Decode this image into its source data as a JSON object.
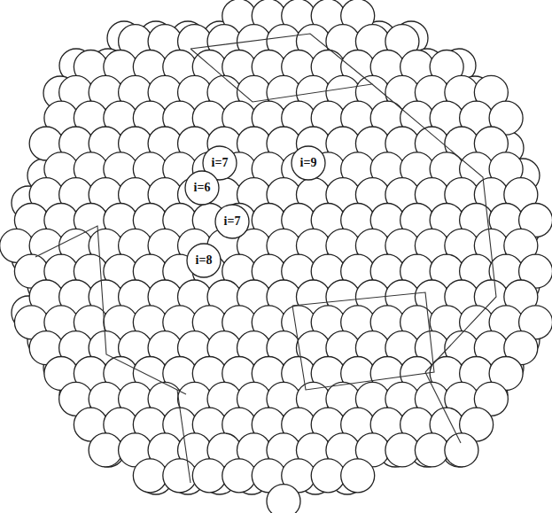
{
  "diagram": {
    "nodes": [
      {
        "text": [
          "i=7"
        ]
      },
      {
        "text": [
          "i=9"
        ]
      },
      {
        "text": [
          "i=6"
        ]
      },
      {
        "text": [
          "i=7"
        ]
      },
      {
        "text": [
          "i=8"
        ]
      }
    ]
  }
}
